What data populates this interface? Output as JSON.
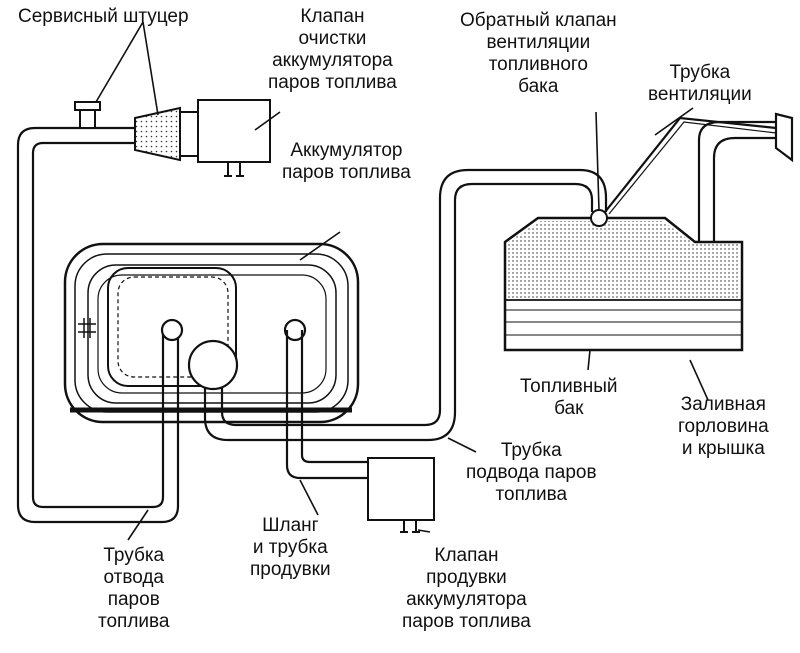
{
  "labels": {
    "service_port": "Сервисный штуцер",
    "purge_valve_canister": "Клапан\nочистки\nаккумулятора\nпаров топлива",
    "tank_vent_check_valve": "Обратный клапан\nвентиляции\nтопливного\nбака",
    "vent_tube": "Трубка\nвентиляции",
    "vapor_canister": "Аккумулятор\nпаров топлива",
    "fuel_tank": "Топливный\nбак",
    "filler_neck_cap": "Заливная\nгорловина\nи крышка",
    "vapor_supply_tube": "Трубка\nподвода паров\nтоплива",
    "purge_hose_tube": "Шланг\nи трубка\nпродувки",
    "canister_purge_valve": "Клапан\nпродувки\nаккумулятора\nпаров топлива",
    "vapor_outlet_tube": "Трубка\nотвода\nпаров\nтоплива"
  },
  "colors": {
    "stroke": "#111111",
    "background": "#ffffff"
  }
}
